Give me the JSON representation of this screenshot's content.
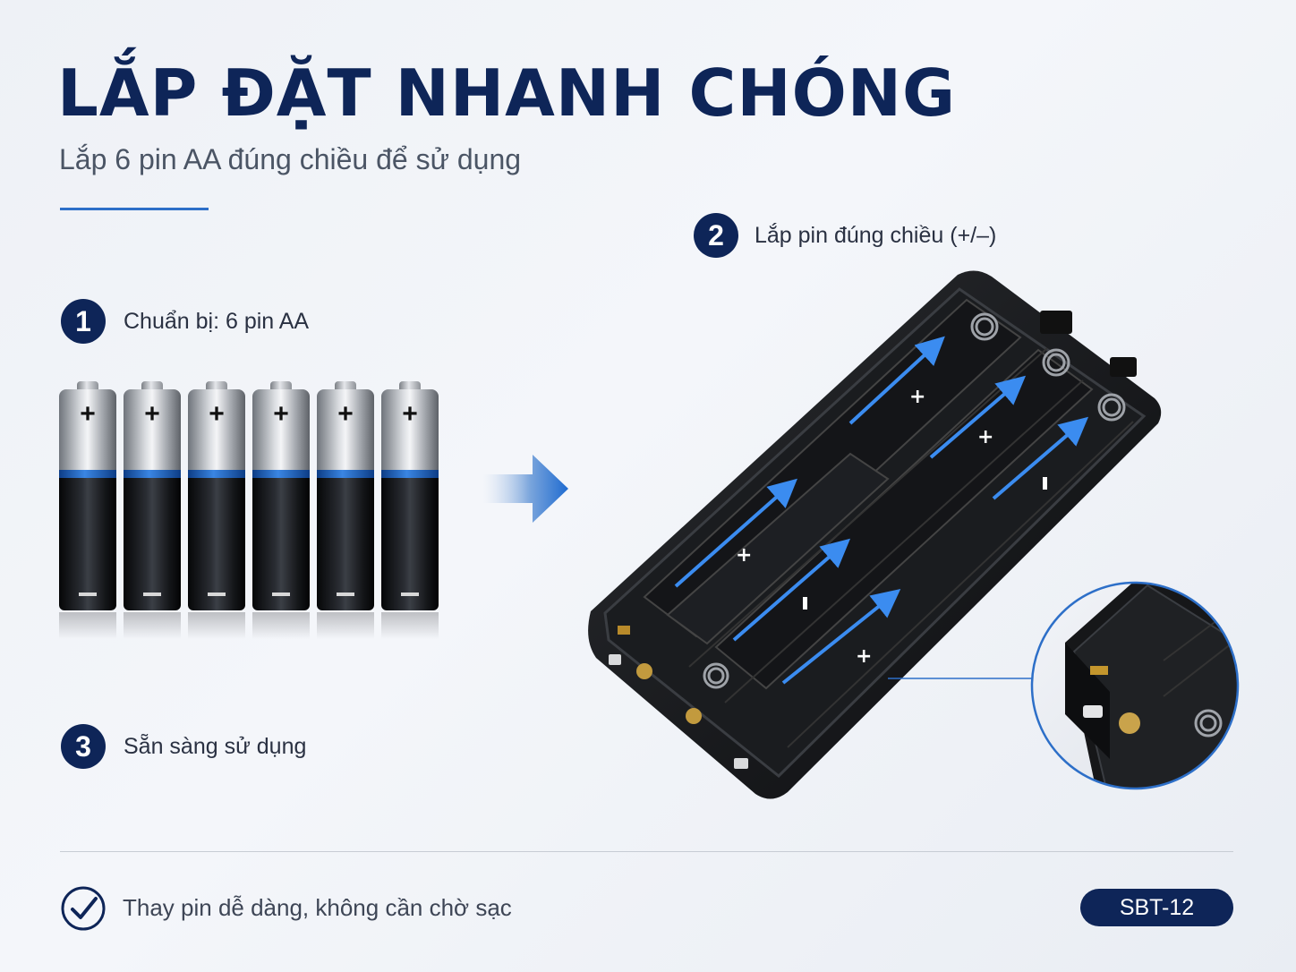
{
  "header": {
    "title": "LẮP ĐẶT NHANH CHÓNG",
    "subtitle": "Lắp 6 pin AA đúng chiều để sử dụng"
  },
  "steps": [
    {
      "number": "1",
      "label": "Chuẩn bị: 6 pin AA"
    },
    {
      "number": "2",
      "label": "Lắp pin đúng chiều (+/–)"
    },
    {
      "number": "3",
      "label": "Sẵn sàng sử dụng"
    }
  ],
  "batteries": {
    "count": 6,
    "plus_symbol": "+"
  },
  "footer": {
    "note": "Thay pin dễ dàng, không cần chờ sạc",
    "model": "SBT-12"
  },
  "icons": [
    "check-circle-icon",
    "arrow-right-icon",
    "plus-sign-icon",
    "minus-sign-icon"
  ],
  "colors": {
    "navy": "#0e2558",
    "accent_blue": "#2d6fc8",
    "background": "#eef1f6"
  }
}
